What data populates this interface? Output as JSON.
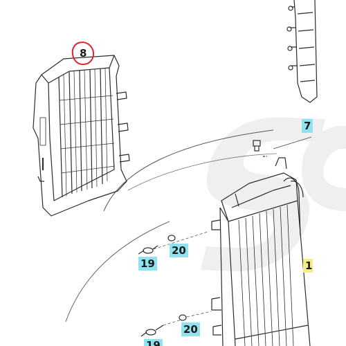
{
  "callouts": {
    "part_8": "8",
    "part_7": "7",
    "part_1": "1",
    "part_19_a": "19",
    "part_20_a": "20",
    "part_20_b": "20",
    "part_19_b": "19"
  },
  "colors": {
    "callout_cyan": "#8fe3ee",
    "callout_yellow": "#f3ef86",
    "highlight_circle": "#e0242d",
    "line": "#2a2a2a",
    "watermark": "#ececec"
  }
}
